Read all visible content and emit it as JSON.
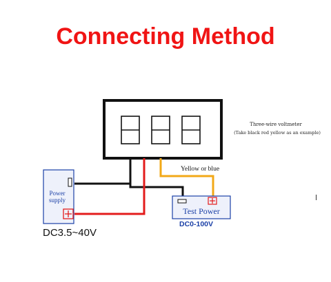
{
  "title": "Connecting Method",
  "voltmeter": {
    "note_line1": "Three-wire voltmeter",
    "note_line2": "(Take black red yellow as an example)",
    "display_digits": 3
  },
  "wire_label": "Yellow or blue",
  "power_supply": {
    "label": "Power supply",
    "voltage": "DC3.5~40V"
  },
  "test_power": {
    "label": "Test Power",
    "voltage": "DC0-100V"
  },
  "colors": {
    "title": "#f01414",
    "label_blue": "#1a3fa6",
    "wire_black": "#111111",
    "wire_red": "#e31b1b",
    "wire_yellow": "#f2a817"
  }
}
